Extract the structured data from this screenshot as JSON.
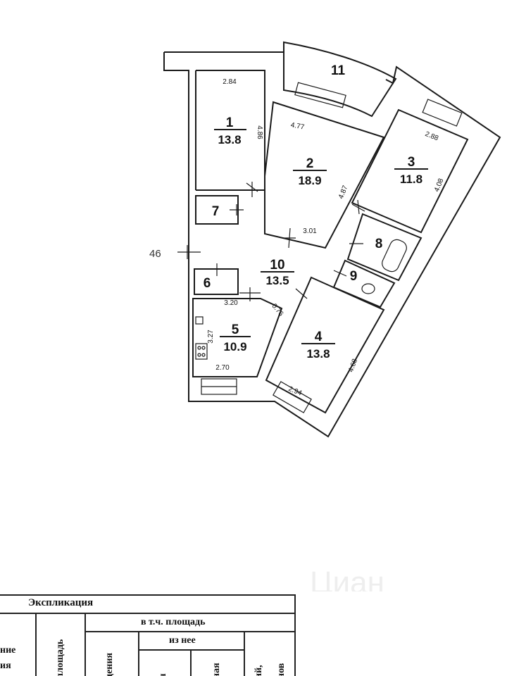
{
  "rooms": [
    {
      "id": "1",
      "area": "13.8"
    },
    {
      "id": "2",
      "area": "18.9"
    },
    {
      "id": "3",
      "area": "11.8"
    },
    {
      "id": "4",
      "area": "13.8"
    },
    {
      "id": "5",
      "area": "10.9"
    },
    {
      "id": "6",
      "area": ""
    },
    {
      "id": "7",
      "area": ""
    },
    {
      "id": "8",
      "area": ""
    },
    {
      "id": "9",
      "area": ""
    },
    {
      "id": "10",
      "area": "13.5"
    },
    {
      "id": "11",
      "area": ""
    }
  ],
  "dimensions": [
    "2.84",
    "4.86",
    "4.77",
    "4.87",
    "3.01",
    "2.88",
    "4.08",
    "3.20",
    "0.76",
    "3.27",
    "2.70",
    "2.94",
    "4.68"
  ],
  "side_label": "46",
  "watermark": "Циан",
  "explication": {
    "title": "Экспликация",
    "col_name_a": "ние",
    "col_name_b": "ия",
    "col_area": "площадь",
    "col_incl": "в т.ч. площадь",
    "col_of_it": "из нее",
    "col_premises": "дения",
    "col_a": "я",
    "col_b": "ная",
    "col_c": "ий,",
    "col_d": "нов"
  }
}
